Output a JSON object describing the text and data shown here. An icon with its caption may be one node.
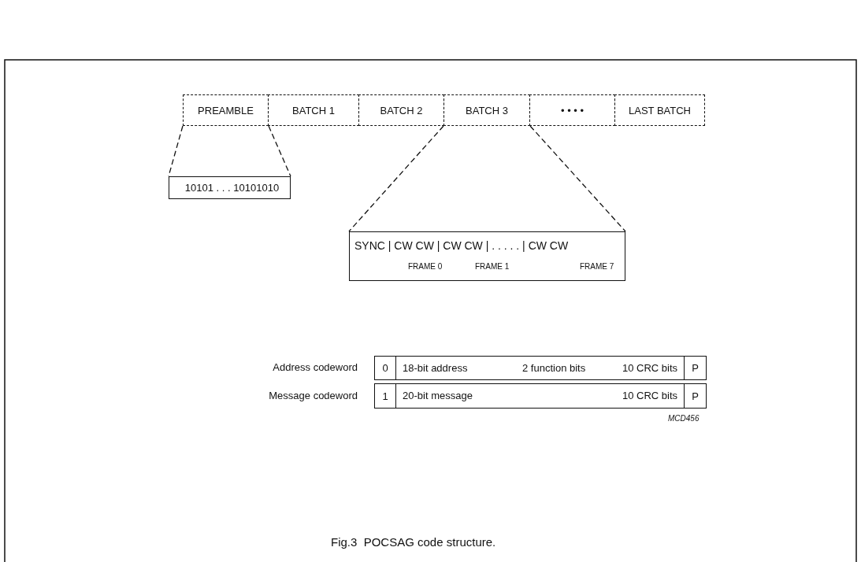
{
  "diagram": {
    "caption": "Fig.3  POCSAG code structure.",
    "nodes": [
      {
        "text": [
          "PREAMBLE"
        ]
      },
      {
        "text": [
          "BATCH 1"
        ]
      },
      {
        "text": [
          "BATCH 2"
        ]
      },
      {
        "text": [
          "BATCH 3"
        ]
      },
      {
        "text": [
          "• • • •"
        ]
      },
      {
        "text": [
          "LAST BATCH"
        ]
      },
      {
        "text": [
          "10101 . . . 10101010"
        ]
      },
      {
        "text": [
          "SYNC  |  CW CW  |  CW CW  |  . . . . .  |  CW CW",
          "FRAME 0",
          "FRAME 1",
          "FRAME 7"
        ]
      },
      {
        "text": [
          "0"
        ]
      },
      {
        "text": [
          "18-bit address",
          "2 function bits",
          "10 CRC bits"
        ]
      },
      {
        "text": [
          "P"
        ]
      },
      {
        "text": [
          "1"
        ]
      },
      {
        "text": [
          "20-bit message",
          "10 CRC bits"
        ]
      },
      {
        "text": [
          "P"
        ]
      }
    ],
    "edges": [
      {
        "from": 0,
        "to": 6,
        "arrow": "none",
        "style": "dashed"
      },
      {
        "from": 0,
        "to": 6,
        "arrow": "none",
        "style": "dashed"
      },
      {
        "from": 3,
        "to": 7,
        "arrow": "none",
        "style": "dashed"
      },
      {
        "from": 3,
        "to": 7,
        "arrow": "none",
        "style": "dashed"
      }
    ],
    "labels": [
      "Address codeword",
      "Message codeword",
      "MCD456"
    ]
  }
}
